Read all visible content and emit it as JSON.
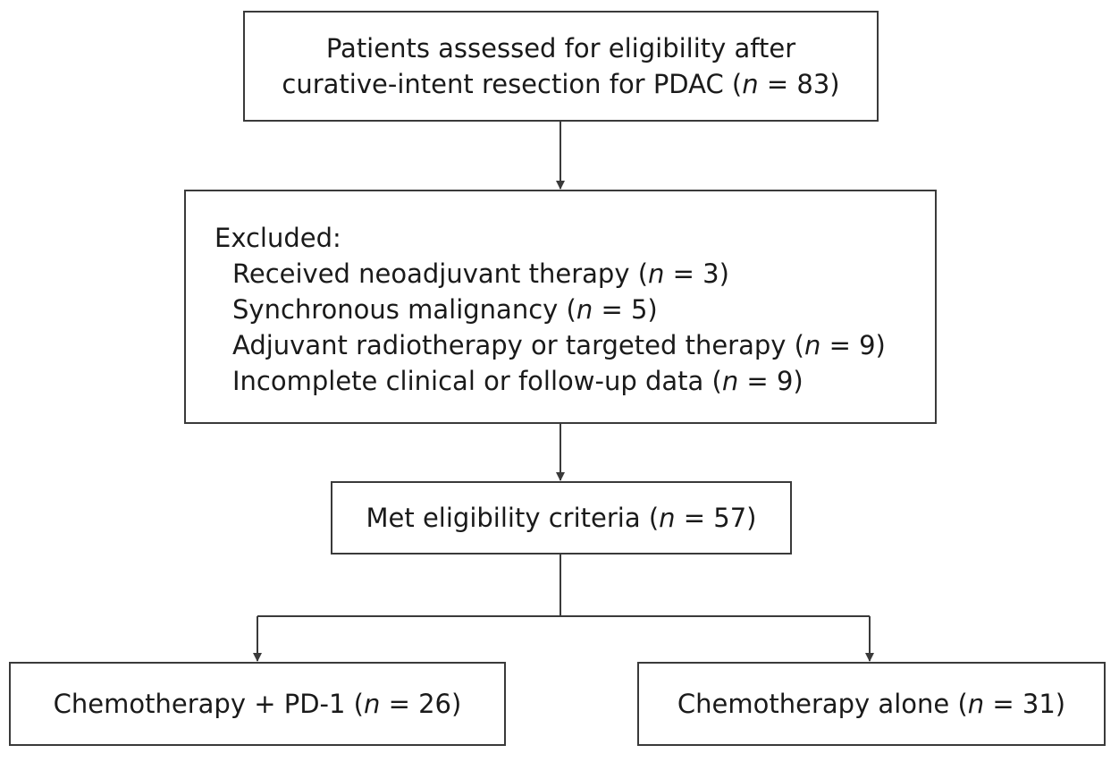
{
  "nodes": {
    "assessed": {
      "line1": "Patients assessed for eligibility after",
      "line2_pre": "curative-intent resection for PDAC (",
      "n_var": "n",
      "line2_post": " = 83)"
    },
    "excluded": {
      "heading": "Excluded:",
      "reasons": [
        {
          "pre": "Received neoadjuvant therapy (",
          "n_var": "n",
          "post": " = 3)"
        },
        {
          "pre": "Synchronous malignancy (",
          "n_var": "n",
          "post": " = 5)"
        },
        {
          "pre": "Adjuvant radiotherapy or targeted therapy (",
          "n_var": "n",
          "post": " = 9)"
        },
        {
          "pre": "Incomplete clinical or follow-up data (",
          "n_var": "n",
          "post": " = 9)"
        }
      ]
    },
    "eligible": {
      "pre": "Met eligibility criteria (",
      "n_var": "n",
      "post": " = 57)"
    },
    "chemo_pd1": {
      "pre": "Chemotherapy + PD-1 (",
      "n_var": "n",
      "post": " = 26)"
    },
    "chemo_alone": {
      "pre": "Chemotherapy alone (",
      "n_var": "n",
      "post": " = 31)"
    }
  },
  "colors": {
    "border": "#3a3a3a",
    "connector": "#3a3a3a",
    "text": "#1a1a1a",
    "background": "#ffffff"
  }
}
